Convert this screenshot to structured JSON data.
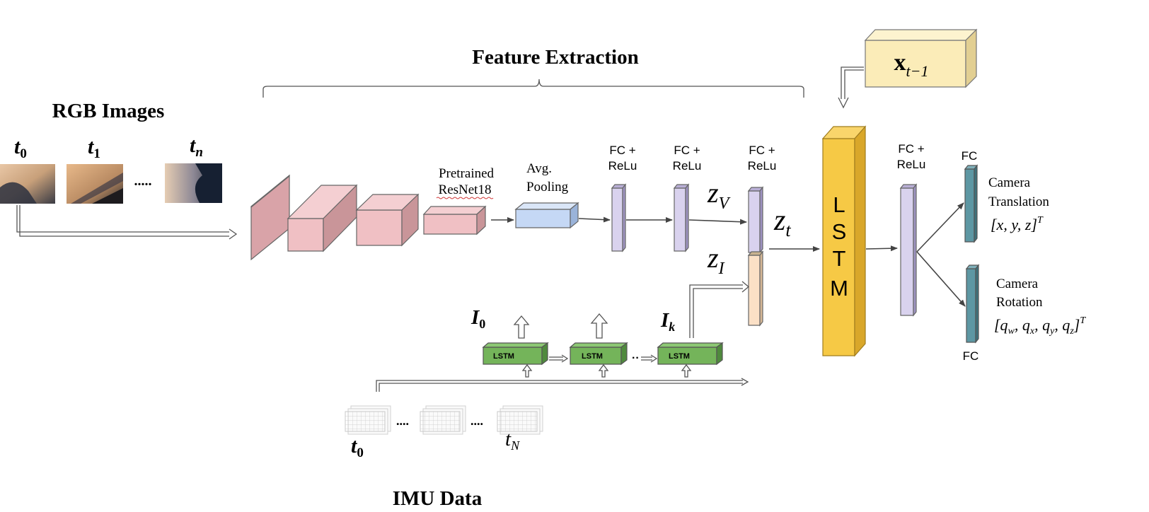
{
  "headings": {
    "feature_extraction": "Feature Extraction",
    "rgb_images": "RGB Images",
    "imu_data": "IMU Data"
  },
  "rgb": {
    "t0": "t",
    "t0_sub": "0",
    "t1": "t",
    "t1_sub": "1",
    "tn": "t",
    "tn_sub": "n",
    "ellipsis": "....."
  },
  "cnn": {
    "resnet_line1": "Pretrained",
    "resnet_line2": "ResNet18",
    "pool_line1": "Avg.",
    "pool_line2": "Pooling"
  },
  "fc_relu": {
    "line1": "FC +",
    "line2": "ReLu"
  },
  "symbols": {
    "z": "z",
    "zV_sub": "V",
    "zI_sub": "I",
    "zt_sub": "t",
    "I": "I",
    "I0_sub": "0",
    "Ik_sub": "k",
    "x": "x",
    "x_sub": "t−1"
  },
  "imu": {
    "lstm_cell": "LSTM",
    "dots": "....",
    "t0": "t",
    "t0_sub": "0",
    "tN": "t",
    "tN_sub": "N"
  },
  "main_lstm": {
    "letters": [
      "L",
      "S",
      "T",
      "M"
    ]
  },
  "heads": {
    "fc": "FC",
    "translation_line1": "Camera",
    "translation_line2": "Translation",
    "translation_vec": "[x, y, z]",
    "translation_sup": "T",
    "rotation_line1": "Camera",
    "rotation_line2": "Rotation",
    "rotation_vec": "[q",
    "rotation_sup": "T"
  },
  "colors": {
    "cnn_pink": "#f0c0c4",
    "pool_blue": "#c5d8f5",
    "fc_purple": "#d9d2ee",
    "imu_peach": "#fbe0c6",
    "lstm_green": "#74b45a",
    "lstm_gold": "#f6c945",
    "state_cream": "#fbecb8",
    "head_teal": "#5d97a3"
  }
}
